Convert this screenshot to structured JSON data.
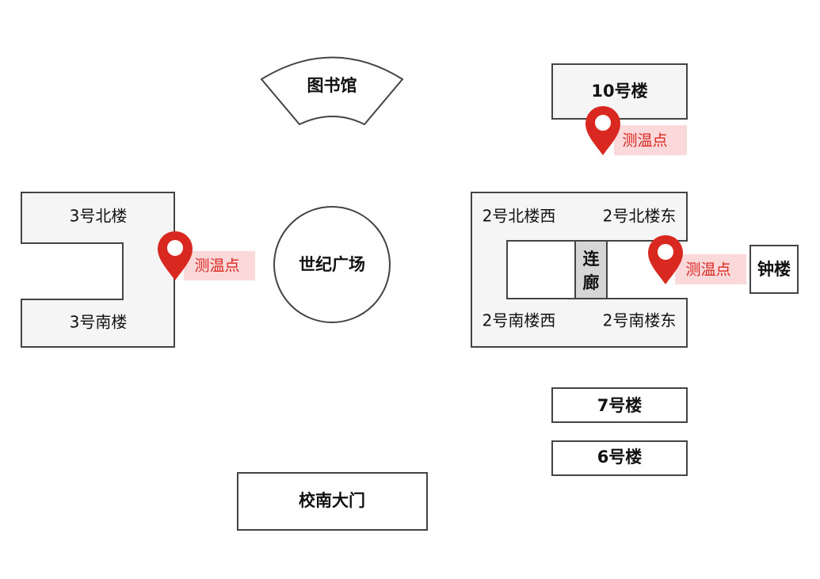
{
  "buildings": {
    "library": "图书馆",
    "b10": "10号楼",
    "b3_north": "3号北楼",
    "b3_south": "3号南楼",
    "plaza": "世纪广场",
    "b2_nw": "2号北楼西",
    "b2_ne": "2号北楼东",
    "b2_sw": "2号南楼西",
    "b2_se": "2号南楼东",
    "corridor_1": "连",
    "corridor_2": "廊",
    "clock_tower": "钟楼",
    "b7": "7号楼",
    "b6": "6号楼",
    "south_gate": "校南大门"
  },
  "temperature_points": {
    "label": "测温点",
    "color": "#d9281f",
    "highlight": "#fbd8da"
  }
}
